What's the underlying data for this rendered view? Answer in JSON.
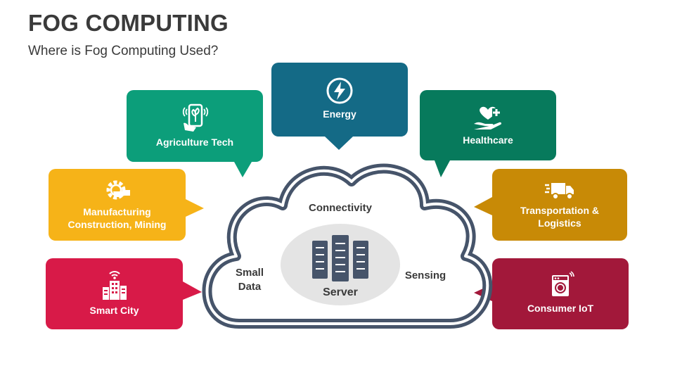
{
  "title": "FOG COMPUTING",
  "subtitle": "Where is Fog Computing Used?",
  "cloud": {
    "top_label": "Connectivity",
    "left_label": "Small Data",
    "right_label": "Sensing",
    "center_label": "Server"
  },
  "bubbles": {
    "energy": {
      "label": "Energy",
      "color": "#146a86",
      "icon": "lightning-icon"
    },
    "agriculture": {
      "label": "Agriculture Tech",
      "color": "#0c9e7a",
      "icon": "plant-phone-icon"
    },
    "healthcare": {
      "label": "Healthcare",
      "color": "#077a5c",
      "icon": "heart-hand-icon"
    },
    "manufacturing": {
      "label": "Manufacturing Construction, Mining",
      "color": "#f6b318",
      "icon": "gear-hand-icon"
    },
    "transportation": {
      "label": "Transportation & Logistics",
      "color": "#c88a06",
      "icon": "truck-icon"
    },
    "smart_city": {
      "label": "Smart City",
      "color": "#d81a48",
      "icon": "city-wifi-icon"
    },
    "consumer_iot": {
      "label": "Consumer IoT",
      "color": "#a2183a",
      "icon": "washing-machine-icon"
    }
  },
  "colors": {
    "cloud_outline": "#46546a",
    "server_oval": "#e4e4e4",
    "server_icon": "#46546a",
    "text_dark": "#3a3a3a"
  }
}
